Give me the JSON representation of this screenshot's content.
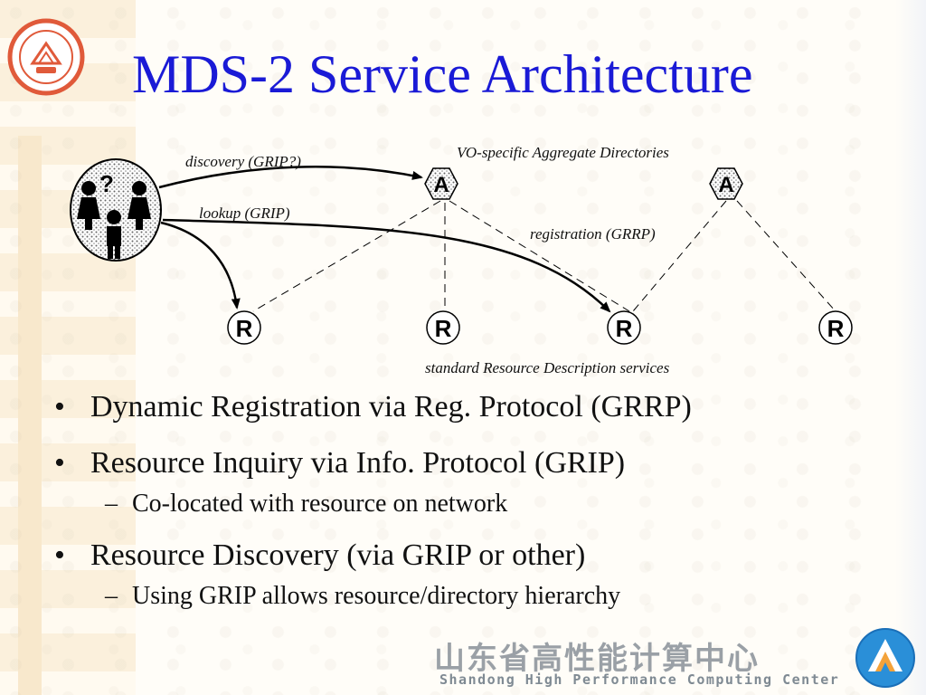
{
  "slide": {
    "title": "MDS-2 Service Architecture"
  },
  "diagram": {
    "labels": {
      "discovery": "discovery (GRIP?)",
      "lookup": "lookup (GRIP)",
      "aggregate": "VO-specific Aggregate Directories",
      "registration": "registration (GRRP)",
      "resource_services": "standard Resource Description services"
    },
    "user_symbol": "?",
    "directory_nodes": [
      "A",
      "A"
    ],
    "resource_nodes": [
      "R",
      "R",
      "R",
      "R"
    ]
  },
  "bullets": [
    {
      "text": "Dynamic Registration via Reg. Protocol (GRRP)",
      "subs": []
    },
    {
      "text": "Resource Inquiry via Info. Protocol (GRIP)",
      "subs": [
        "Co-located with resource on network"
      ]
    },
    {
      "text": "Resource Discovery (via GRIP or other)",
      "subs": [
        "Using GRIP allows resource/directory hierarchy"
      ]
    }
  ],
  "markers": {
    "bullet": "•",
    "dash": "–"
  },
  "footer": {
    "name_cn": "山东省高性能计算中心",
    "name_en": "Shandong High Performance Computing Center"
  },
  "colors": {
    "title": "#1a1ad6",
    "logo_red": "#e05a3a",
    "footer_logo_blue": "#2a8fd8",
    "footer_logo_orange": "#f3a23a"
  },
  "icons": {
    "university_logo": "university-seal-icon",
    "users": "users-group-icon",
    "hpc_logo": "hpc-center-logo-icon"
  }
}
